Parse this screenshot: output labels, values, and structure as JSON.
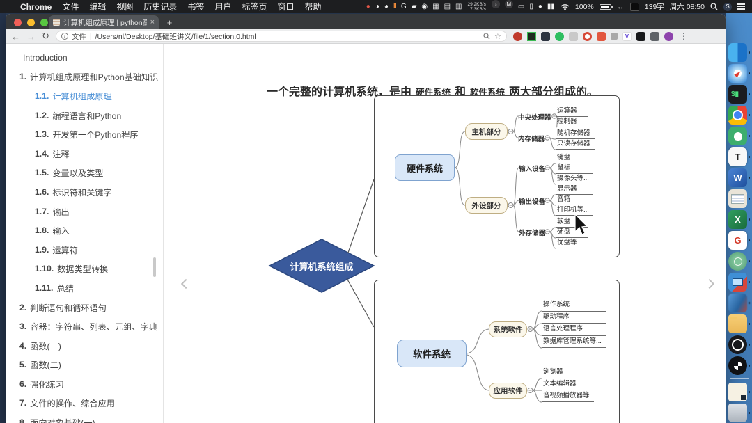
{
  "menubar": {
    "apple": "",
    "app_name": "Chrome",
    "items": [
      "文件",
      "编辑",
      "视图",
      "历史记录",
      "书签",
      "用户",
      "标签页",
      "窗口",
      "帮助"
    ],
    "status": {
      "icons1": [
        {
          "name": "red-app-icon",
          "glyph": "●",
          "cls": "s-red"
        },
        {
          "name": "d-circle-icon",
          "glyph": "◑",
          "cls": ""
        },
        {
          "name": "pen-circle-icon",
          "glyph": "◕",
          "cls": ""
        },
        {
          "name": "pause-bars-icon",
          "glyph": "‖",
          "cls": "s-orange"
        },
        {
          "name": "g-status-icon",
          "glyph": "G",
          "cls": ""
        },
        {
          "name": "tablet-status-icon",
          "glyph": "▰",
          "cls": ""
        },
        {
          "name": "ball-status-icon",
          "glyph": "◉",
          "cls": ""
        },
        {
          "name": "keyboard-status-icon",
          "glyph": "▦",
          "cls": ""
        },
        {
          "name": "display-status-icon",
          "glyph": "▤",
          "cls": ""
        },
        {
          "name": "ram-status-icon",
          "glyph": "▥",
          "cls": ""
        }
      ],
      "net_up": "29.2KB/s",
      "net_down": "7.3KB/s",
      "icons2": [
        {
          "name": "music-status-icon",
          "glyph": "♪",
          "cls": "s-circ"
        },
        {
          "name": "m-status-icon",
          "glyph": "M",
          "cls": "s-circ"
        },
        {
          "name": "window-status-icon",
          "glyph": "▭",
          "cls": ""
        },
        {
          "name": "screen-status-icon",
          "glyph": "▯",
          "cls": ""
        },
        {
          "name": "bell-status-icon",
          "glyph": "●",
          "cls": ""
        },
        {
          "name": "switch-bars-icon",
          "glyph": "▮▮",
          "cls": ""
        }
      ],
      "battery_pct": "100%",
      "word_count": "139字",
      "clock": "周六 08:50",
      "siri_label": "S"
    }
  },
  "dock": {
    "items": [
      {
        "name": "dock-finder-icon",
        "cls": "d-finder",
        "glyph": ""
      },
      {
        "name": "dock-safari-icon",
        "cls": "d-safari",
        "glyph": ""
      },
      {
        "name": "dock-terminal-icon",
        "cls": "d-terminal",
        "glyph": "$▮"
      },
      {
        "name": "dock-chrome-icon",
        "cls": "d-chrome",
        "glyph": ""
      },
      {
        "name": "dock-evernote-icon",
        "cls": "d-evernote",
        "glyph": ""
      },
      {
        "name": "dock-typora-icon",
        "cls": "d-typora",
        "glyph": "T"
      },
      {
        "name": "dock-word-icon",
        "cls": "d-word",
        "glyph": "W"
      },
      {
        "name": "dock-mail-icon",
        "cls": "d-mail",
        "glyph": ""
      },
      {
        "name": "dock-excel-icon",
        "cls": "d-excel",
        "glyph": "X"
      },
      {
        "name": "dock-g-app-icon",
        "cls": "d-gapp",
        "glyph": "G"
      },
      {
        "name": "dock-atom-app-icon",
        "cls": "d-atom",
        "glyph": ""
      },
      {
        "name": "dock-pc-manager-icon",
        "cls": "d-pc",
        "glyph": ""
      },
      {
        "name": "dock-blue-app-icon",
        "cls": "d-blue",
        "glyph": ""
      },
      {
        "name": "dock-folder-icon",
        "cls": "d-folder",
        "glyph": ""
      },
      {
        "name": "dock-player-icon",
        "cls": "d-player",
        "glyph": ""
      },
      {
        "name": "dock-obs-icon",
        "cls": "d-obs",
        "glyph": ""
      },
      {
        "name": "dock-separator",
        "cls": "d-sep",
        "glyph": ""
      },
      {
        "name": "dock-notes-icon",
        "cls": "d-notes",
        "glyph": ""
      },
      {
        "name": "dock-trash-icon",
        "cls": "d-trash",
        "glyph": ""
      }
    ]
  },
  "browser": {
    "tab_title": "计算机组成原理 | python高级",
    "tab_close": "×",
    "newtab": "+",
    "back": "←",
    "forward": "→",
    "reload": "↻",
    "info": "i",
    "scheme_label": "文件",
    "divider": "|",
    "url": "/Users/nl/Desktop/基础班讲义/file/1/section.0.html",
    "star": "☆",
    "kebab": "⋮",
    "extensions": [
      {
        "name": "adblock-extension-icon",
        "cls": "x-red-circle",
        "glyph": ""
      },
      {
        "name": "tampermonkey-extension-icon",
        "cls": "x-green-sq",
        "glyph": ""
      },
      {
        "name": "dark-square-extension-icon",
        "cls": "x-dark-sq",
        "glyph": ""
      },
      {
        "name": "evernote-clipper-extension-icon",
        "cls": "x-green-circle",
        "glyph": ""
      },
      {
        "name": "disabled-extension-icon",
        "cls": "x-gray",
        "glyph": ""
      },
      {
        "name": "red-ring-extension-icon",
        "cls": "x-red-ring",
        "glyph": ""
      },
      {
        "name": "orange-box-extension-icon",
        "cls": "x-orange-sq",
        "glyph": ""
      },
      {
        "name": "small-gray-extension-icon",
        "cls": "x-gray-sm",
        "glyph": ""
      },
      {
        "name": "vimium-extension-icon",
        "cls": "x-purple-v",
        "glyph": "V"
      },
      {
        "name": "cube-extension-icon",
        "cls": "x-cube",
        "glyph": ""
      },
      {
        "name": "puzzle-extension-icon",
        "cls": "x-puzzle",
        "glyph": ""
      },
      {
        "name": "purple-circle-extension-icon",
        "cls": "x-purple-circle",
        "glyph": ""
      }
    ]
  },
  "sidebar": {
    "items": [
      {
        "num": "",
        "label": "Introduction",
        "level": "lv0",
        "state": ""
      },
      {
        "num": "1.",
        "label": "计算机组成原理和Python基础知识",
        "level": "lv0",
        "state": ""
      },
      {
        "num": "1.1.",
        "label": "计算机组成原理",
        "level": "lv1",
        "state": "active"
      },
      {
        "num": "1.2.",
        "label": "编程语言和Python",
        "level": "lv1",
        "state": ""
      },
      {
        "num": "1.3.",
        "label": "开发第一个Python程序",
        "level": "lv1",
        "state": ""
      },
      {
        "num": "1.4.",
        "label": "注释",
        "level": "lv1",
        "state": ""
      },
      {
        "num": "1.5.",
        "label": "变量以及类型",
        "level": "lv1",
        "state": ""
      },
      {
        "num": "1.6.",
        "label": "标识符和关键字",
        "level": "lv1",
        "state": ""
      },
      {
        "num": "1.7.",
        "label": "输出",
        "level": "lv1",
        "state": ""
      },
      {
        "num": "1.8.",
        "label": "输入",
        "level": "lv1",
        "state": ""
      },
      {
        "num": "1.9.",
        "label": "运算符",
        "level": "lv1",
        "state": ""
      },
      {
        "num": "1.10.",
        "label": "数据类型转换",
        "level": "lv1",
        "state": ""
      },
      {
        "num": "1.11.",
        "label": "总结",
        "level": "lv1",
        "state": ""
      },
      {
        "num": "2.",
        "label": "判断语句和循环语句",
        "level": "lv0",
        "state": ""
      },
      {
        "num": "3.",
        "label": "容器：字符串、列表、元组、字典",
        "level": "lv0",
        "state": ""
      },
      {
        "num": "4.",
        "label": "函数(一)",
        "level": "lv0",
        "state": ""
      },
      {
        "num": "5.",
        "label": "函数(二)",
        "level": "lv0",
        "state": ""
      },
      {
        "num": "6.",
        "label": "强化练习",
        "level": "lv0",
        "state": ""
      },
      {
        "num": "7.",
        "label": "文件的操作、综合应用",
        "level": "lv0",
        "state": ""
      },
      {
        "num": "8.",
        "label": "面向对象基础(一)",
        "level": "lv0",
        "state": ""
      }
    ]
  },
  "content": {
    "heading": {
      "p1": "一个完整的计算机系统，是由",
      "hw": "硬件系统",
      "p2": "和",
      "sw": "软件系统",
      "p3": "两大部分组成的。"
    }
  },
  "mindmap": {
    "root": "计算机系统组成",
    "hardware": {
      "label": "硬件系统",
      "groups": [
        {
          "label": "主机部分",
          "children": [
            {
              "label": "中央处理器",
              "leaves": [
                "运算器",
                "控制器"
              ]
            },
            {
              "label": "内存储器",
              "leaves": [
                "随机存储器",
                "只读存储器"
              ]
            }
          ]
        },
        {
          "label": "外设部分",
          "children": [
            {
              "label": "输入设备",
              "leaves": [
                "键盘",
                "鼠标",
                "摄像头等..."
              ]
            },
            {
              "label": "输出设备",
              "leaves": [
                "显示器",
                "音箱",
                "打印机等..."
              ]
            },
            {
              "label": "外存储器",
              "leaves": [
                "软盘",
                "硬盘",
                "优盘等..."
              ]
            }
          ]
        }
      ]
    },
    "software": {
      "label": "软件系统",
      "groups": [
        {
          "label": "系统软件",
          "leaves": [
            "操作系统",
            "驱动程序",
            "语言处理程序",
            "数据库管理系统等..."
          ]
        },
        {
          "label": "应用软件",
          "leaves": [
            "浏览器",
            "文本编辑器",
            "音视频播放器等"
          ]
        }
      ]
    }
  }
}
